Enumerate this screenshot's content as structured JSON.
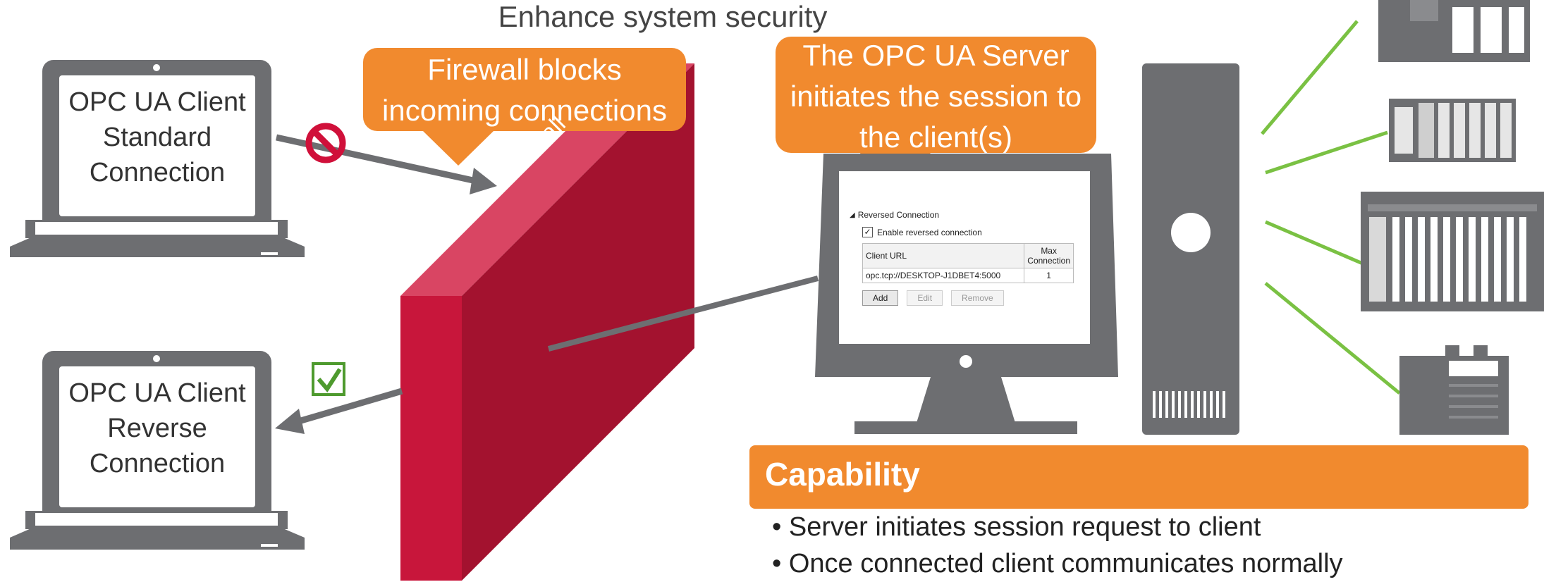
{
  "title": "Enhance system security",
  "laptops": [
    {
      "lines": [
        "OPC UA Client",
        "Standard",
        "Connection"
      ]
    },
    {
      "lines": [
        "OPC UA Client",
        "Reverse",
        "Connection"
      ]
    }
  ],
  "firewall": {
    "label": "Firewall"
  },
  "callouts": {
    "firewall": [
      "Firewall blocks",
      "incoming connections"
    ],
    "server": [
      "The OPC UA Server",
      "initiates the session to",
      "the client(s)"
    ]
  },
  "server_ui": {
    "section": "Reversed Connection",
    "enable_label": "Enable reversed connection",
    "enable_checked": "✓",
    "columns": [
      "Client URL",
      "Max Connection"
    ],
    "rows": [
      [
        "opc.tcp://DESKTOP-J1DBET4:5000",
        "1"
      ]
    ],
    "buttons": {
      "add": "Add",
      "edit": "Edit",
      "remove": "Remove"
    }
  },
  "capability": {
    "title": "Capability",
    "bullets": [
      "• Server initiates session request to client",
      "• Once connected client communicates normally"
    ]
  },
  "colors": {
    "firewall_front": "#A3122F",
    "firewall_side": "#C8163B",
    "firewall_top": "#D94563",
    "orange": "#F18A2E",
    "gray": "#6D6E71",
    "green_line": "#7AC143",
    "blocked": "#D0103A",
    "allowed": "#4E9A2E"
  },
  "icons": [
    "blocked-icon",
    "checkbox-checked-icon"
  ]
}
